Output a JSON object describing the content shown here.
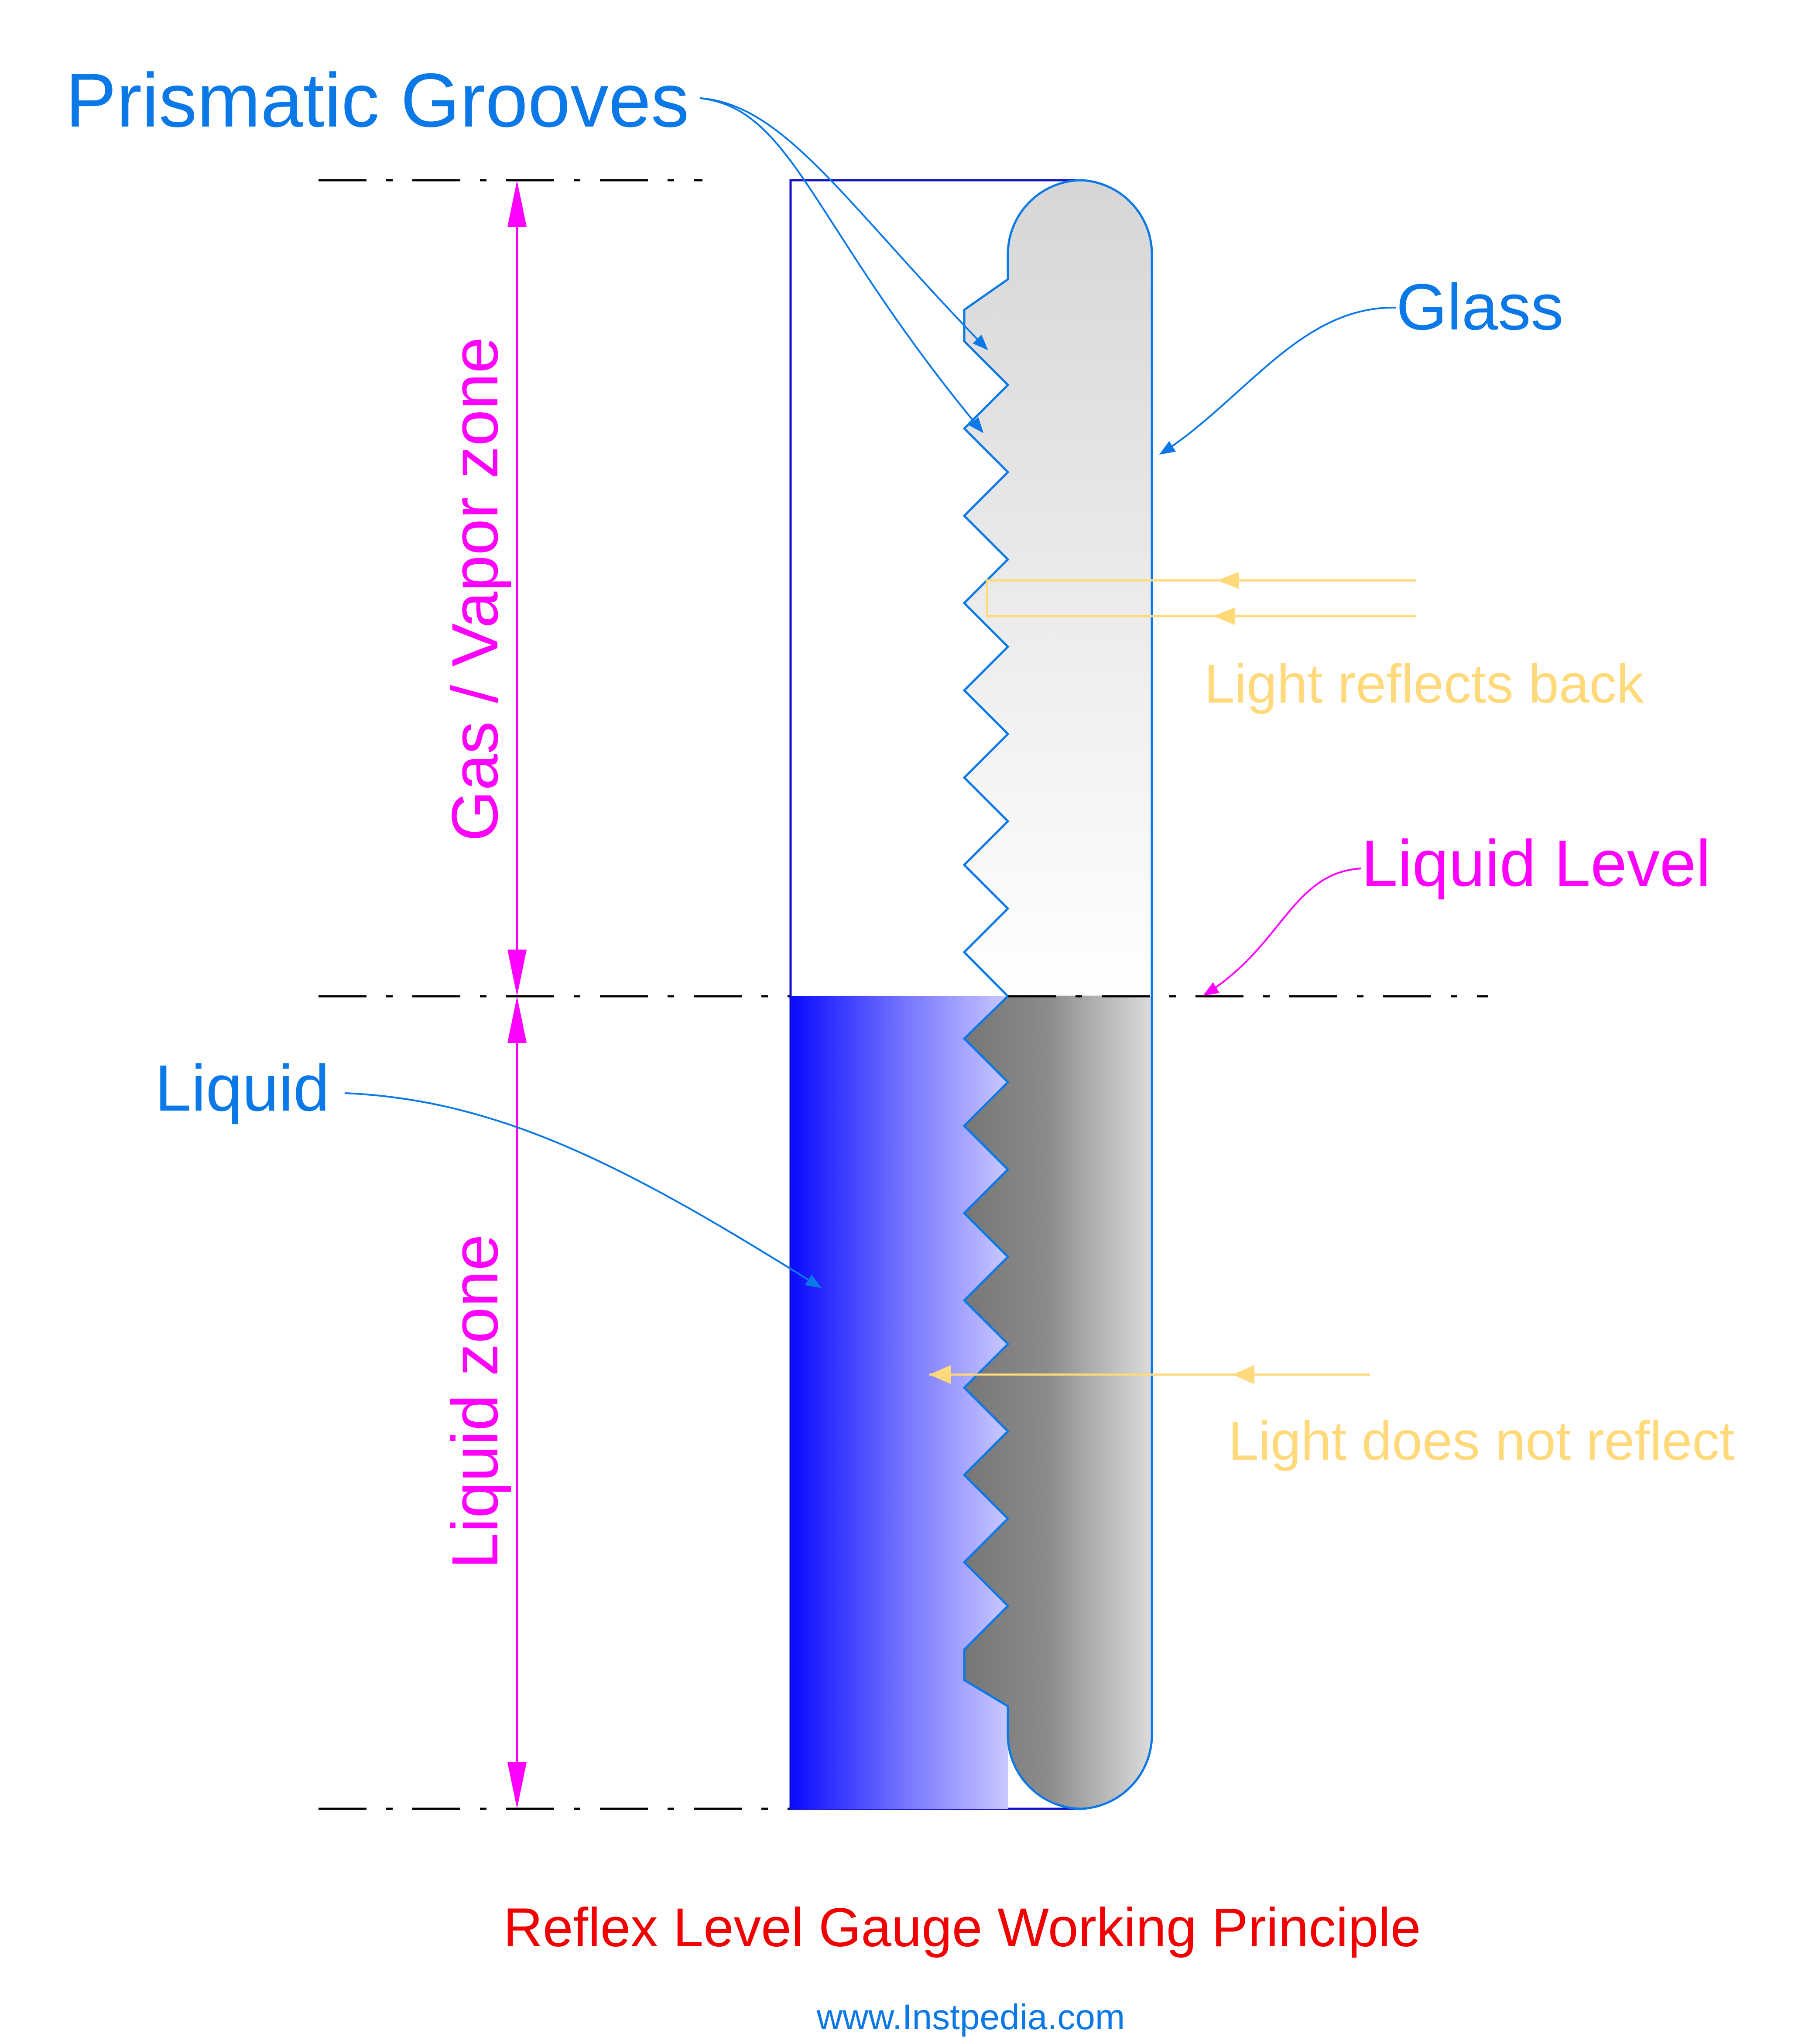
{
  "labels": {
    "prismatic_grooves": "Prismatic Grooves",
    "glass": "Glass",
    "gas_vapor_zone": "Gas / Vapor zone",
    "light_reflects_back": "Light reflects back",
    "liquid_level": "Liquid Level",
    "liquid": "Liquid",
    "liquid_zone": "Liquid zone",
    "light_does_not_reflect": "Light does not reflect"
  },
  "footer": {
    "title": "Reflex Level Gauge Working Principle",
    "website": "www.Instpedia.com"
  },
  "colors": {
    "blue_label": "#0a78e6",
    "magenta": "#ff00ff",
    "light_ray": "#ffd97a",
    "title_red": "#f00000",
    "outline_blue": "#1010c8",
    "liquid_blue": "#0a0aff",
    "glass_gray_dark": "#7a7a7a",
    "glass_gray_light": "#d8d8d8",
    "centerline": "#000000"
  }
}
